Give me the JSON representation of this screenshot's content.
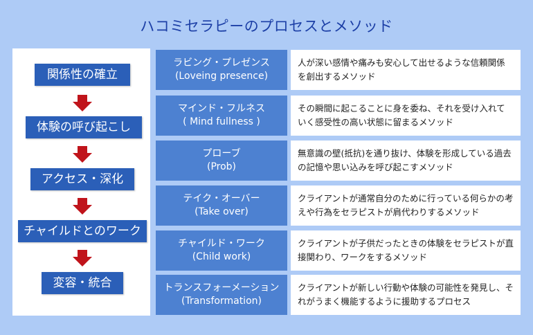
{
  "title": "ハコミセラピーのプロセスとメソッド",
  "stages": [
    "関係性の確立",
    "体験の呼び起こし",
    "アクセス・深化",
    "チャイルドとのワーク",
    "変容・統合"
  ],
  "methods": [
    {
      "name": "ラビング・プレゼンス",
      "english": "(Loveing presence)",
      "description": "人が深い感情や痛みも安心して出せるような信頼関係を創出するメソッド"
    },
    {
      "name": "マインド・フルネス",
      "english": "( Mind fullness )",
      "description": "その瞬間に起こることに身を委ね、それを受け入れていく感受性の高い状態に留まるメソッド"
    },
    {
      "name": "プローブ",
      "english": "(Prob)",
      "description": "無意識の壁(抵抗)を通り抜け、体験を形成している過去の記憶や思い込みを呼び起こすメソッド"
    },
    {
      "name": "テイク・オーバー",
      "english": "(Take over)",
      "description": "クライアントが通常自分のために行っている何らかの考えや行為をセラピストが肩代わりするメソッド"
    },
    {
      "name": "チャイルド・ワーク",
      "english": "(Child work)",
      "description": "クライアントが子供だったときの体験をセラピストが直接関わり、ワークをするメソッド"
    },
    {
      "name": "トランスフォーメーション",
      "english": "(Transformation)",
      "description": "クライアントが新しい行動や体験の可能性を発見し、それがうまく機能するように援助するプロセス"
    }
  ],
  "colors": {
    "background": "#aecbf6",
    "stage_box": "#2b5fb8",
    "method_box": "#4d81d1",
    "arrow": "#c0141b",
    "title": "#1c3fa6"
  },
  "icons": {
    "flow_arrow": "down-arrow-icon"
  }
}
